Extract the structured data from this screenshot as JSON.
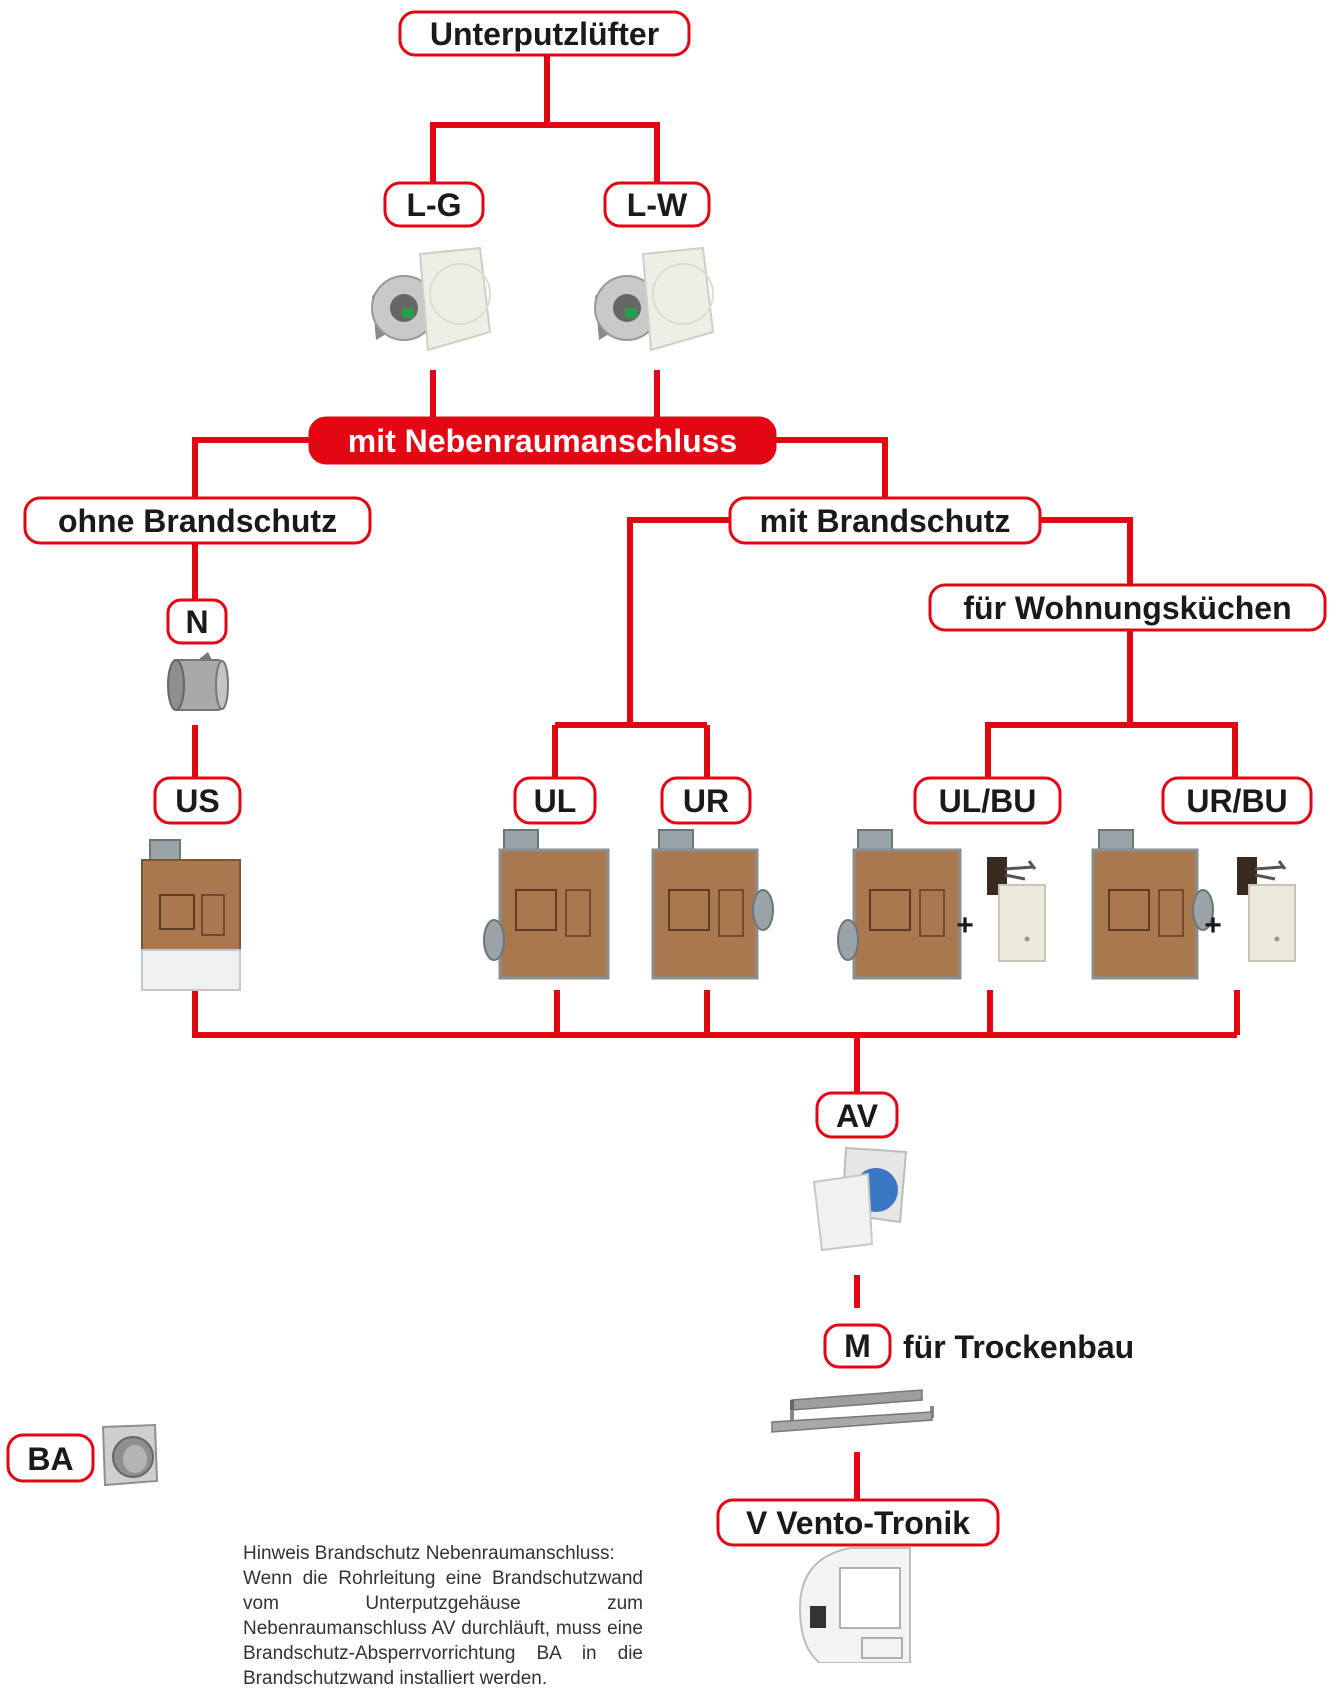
{
  "colors": {
    "accent": "#e30613",
    "text": "#1a1a1a",
    "note_text": "#333333"
  },
  "nodes": {
    "root": "Unterputzlüfter",
    "lg": "L-G",
    "lw": "L-W",
    "neben": "mit Nebenraumanschluss",
    "ohne": "ohne Brandschutz",
    "mit": "mit Brandschutz",
    "wohn": "für Wohnungsküchen",
    "n": "N",
    "us": "US",
    "ul": "UL",
    "ur": "UR",
    "ulbu": "UL/BU",
    "urbu": "UR/BU",
    "av": "AV",
    "m": "M",
    "m_suffix": "für Trockenbau",
    "v": "V Vento-Tronik",
    "ba": "BA",
    "plus": "+"
  },
  "note": {
    "title": "Hinweis Brandschutz Nebenraumanschluss:",
    "body": "Wenn die Rohrleitung eine Brandschutzwand vom Unterputzgehäuse zum Nebenraumanschluss AV durchläuft, muss eine Brandschutz-Absperrvorrichtung BA in die Brandschutzwand installiert werden."
  },
  "icons": [
    "fan-insert-icon",
    "duct-sleeve-icon",
    "housing-box-icon",
    "fire-damper-icon",
    "cover-plate-icon",
    "mounting-rail-icon",
    "control-box-icon",
    "brandschutz-damper-icon"
  ]
}
